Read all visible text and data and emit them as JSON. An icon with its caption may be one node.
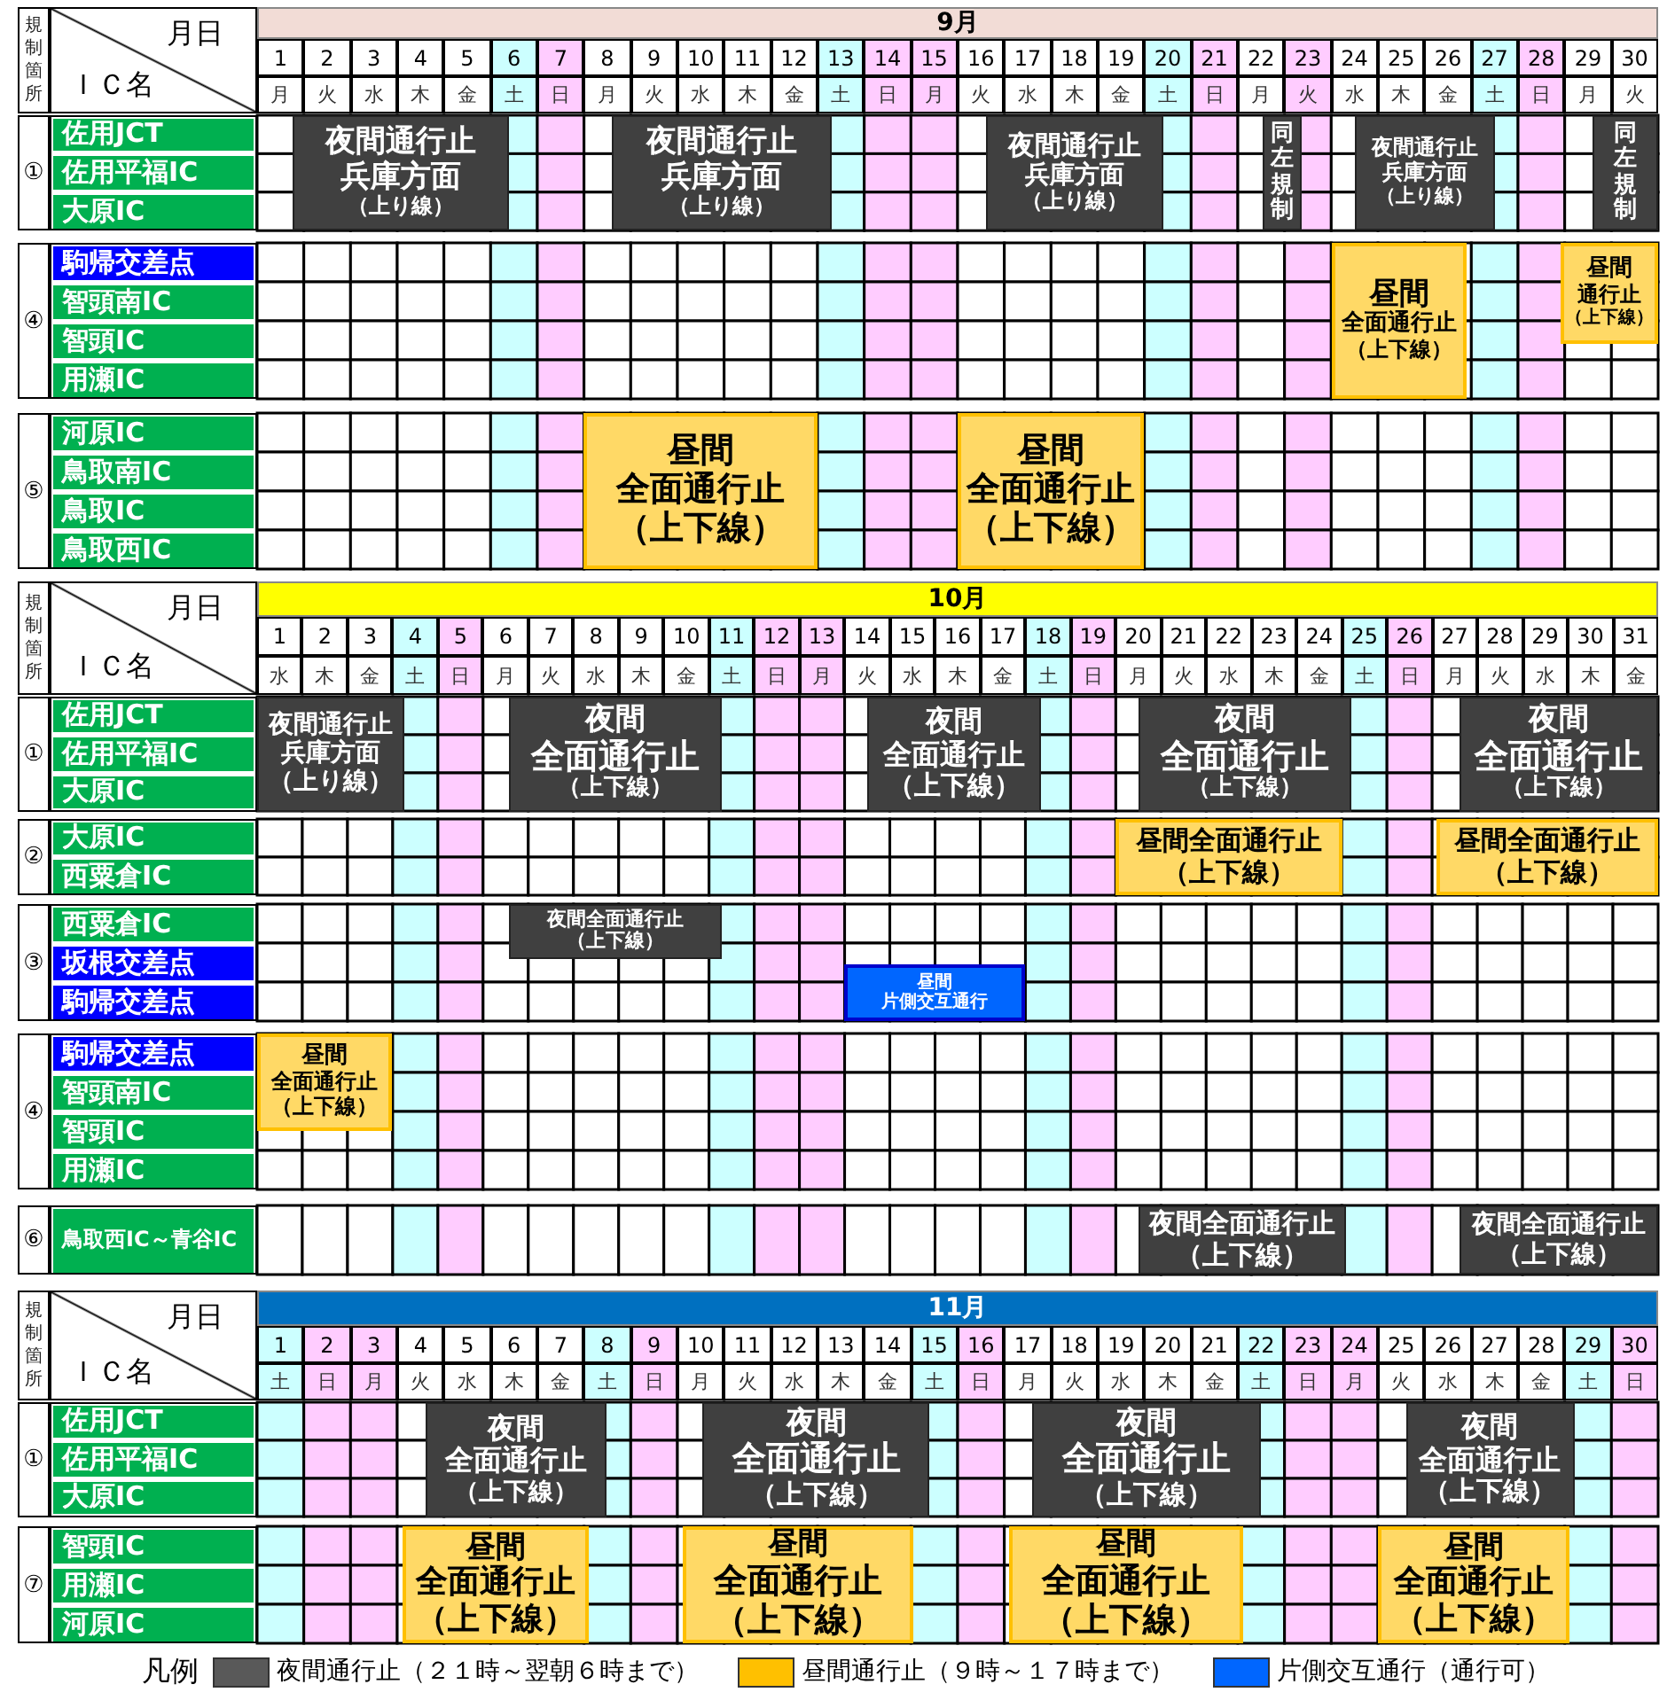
{
  "diagram": {
    "nodes": [
      {
        "text": [
          "9月"
        ]
      },
      {
        "text": [
          "佐用JCT"
        ]
      },
      {
        "text": [
          "佐用平福IC"
        ]
      },
      {
        "text": [
          "大原IC"
        ]
      },
      {
        "text": [
          "夜間通行止",
          "兵庫方面",
          "（上り線）"
        ]
      },
      {
        "text": [
          "夜間通行止",
          "兵庫方面",
          "（上り線）"
        ]
      },
      {
        "text": [
          "夜間通行止",
          "兵庫方面",
          "（上り線）"
        ]
      },
      {
        "text": [
          "同左規制"
        ]
      },
      {
        "text": [
          "夜間通行止",
          "兵庫方面",
          "（上り線）"
        ]
      },
      {
        "text": [
          "同左規制"
        ]
      },
      {
        "text": [
          "駒帰交差点"
        ]
      },
      {
        "text": [
          "智頭南IC"
        ]
      },
      {
        "text": [
          "智頭IC"
        ]
      },
      {
        "text": [
          "用瀬IC"
        ]
      },
      {
        "text": [
          "昼間",
          "全面通行止",
          "（上下線）"
        ]
      },
      {
        "text": [
          "昼間",
          "通行止",
          "（上下線）"
        ]
      },
      {
        "text": [
          "河原IC"
        ]
      },
      {
        "text": [
          "鳥取南IC"
        ]
      },
      {
        "text": [
          "鳥取IC"
        ]
      },
      {
        "text": [
          "鳥取西IC"
        ]
      },
      {
        "text": [
          "昼間",
          "全面通行止",
          "（上下線）"
        ]
      },
      {
        "text": [
          "昼間",
          "全面通行止",
          "（上下線）"
        ]
      },
      {
        "text": [
          "10月"
        ]
      },
      {
        "text": [
          "佐用JCT"
        ]
      },
      {
        "text": [
          "佐用平福IC"
        ]
      },
      {
        "text": [
          "大原IC"
        ]
      },
      {
        "text": [
          "夜間通行止",
          "兵庫方面",
          "（上り線）"
        ]
      },
      {
        "text": [
          "夜間",
          "全面通行止",
          "（上下線）"
        ]
      },
      {
        "text": [
          "夜間",
          "全面通行止",
          "（上下線）"
        ]
      },
      {
        "text": [
          "夜間",
          "全面通行止",
          "（上下線）"
        ]
      },
      {
        "text": [
          "夜間",
          "全面通行止",
          "（上下線）"
        ]
      },
      {
        "text": [
          "大原IC"
        ]
      },
      {
        "text": [
          "西粟倉IC"
        ]
      },
      {
        "text": [
          "昼間全面通行止",
          "（上下線）"
        ]
      },
      {
        "text": [
          "昼間全面通行止",
          "（上下線）"
        ]
      },
      {
        "text": [
          "西粟倉IC"
        ]
      },
      {
        "text": [
          "坂根交差点"
        ]
      },
      {
        "text": [
          "駒帰交差点"
        ]
      },
      {
        "text": [
          "夜間全面通行止",
          "（上下線）"
        ]
      },
      {
        "text": [
          "昼間",
          "片側交互通行"
        ]
      },
      {
        "text": [
          "駒帰交差点"
        ]
      },
      {
        "text": [
          "智頭南IC"
        ]
      },
      {
        "text": [
          "智頭IC"
        ]
      },
      {
        "text": [
          "用瀬IC"
        ]
      },
      {
        "text": [
          "昼間",
          "全面通行止",
          "（上下線）"
        ]
      },
      {
        "text": [
          "鳥取西IC～青谷IC"
        ]
      },
      {
        "text": [
          "夜間全面通行止",
          "（上下線）"
        ]
      },
      {
        "text": [
          "夜間全面通行止",
          "（上下線）"
        ]
      },
      {
        "text": [
          "11月"
        ]
      },
      {
        "text": [
          "佐用JCT"
        ]
      },
      {
        "text": [
          "佐用平福IC"
        ]
      },
      {
        "text": [
          "大原IC"
        ]
      },
      {
        "text": [
          "夜間",
          "全面通行止",
          "（上下線）"
        ]
      },
      {
        "text": [
          "夜間",
          "全面通行止",
          "（上下線）"
        ]
      },
      {
        "text": [
          "夜間",
          "全面通行止",
          "（上下線）"
        ]
      },
      {
        "text": [
          "夜間",
          "全面通行止",
          "（上下線）"
        ]
      },
      {
        "text": [
          "智頭IC"
        ]
      },
      {
        "text": [
          "用瀬IC"
        ]
      },
      {
        "text": [
          "河原IC"
        ]
      },
      {
        "text": [
          "昼間",
          "全面通行止",
          "（上下線）"
        ]
      },
      {
        "text": [
          "昼間",
          "全面通行止",
          "（上下線）"
        ]
      },
      {
        "text": [
          "昼間",
          "全面通行止",
          "（上下線）"
        ]
      },
      {
        "text": [
          "昼間",
          "全面通行止",
          "（上下線）"
        ]
      }
    ],
    "labels": [
      "規制箇所",
      "月日",
      "ＩＣ名",
      "1",
      "2",
      "3",
      "4",
      "5",
      "6",
      "7",
      "8",
      "9",
      "10",
      "11",
      "12",
      "13",
      "14",
      "15",
      "16",
      "17",
      "18",
      "19",
      "20",
      "21",
      "22",
      "23",
      "24",
      "25",
      "26",
      "27",
      "28",
      "29",
      "30",
      "月",
      "火",
      "水",
      "木",
      "金",
      "土",
      "日",
      "月",
      "火",
      "水",
      "木",
      "金",
      "土",
      "日",
      "月",
      "火",
      "水",
      "木",
      "金",
      "土",
      "日",
      "月",
      "火",
      "水",
      "木",
      "金",
      "土",
      "日",
      "月",
      "火",
      "①",
      "④",
      "⑤",
      "規制箇所",
      "月日",
      "ＩＣ名",
      "1",
      "2",
      "3",
      "4",
      "5",
      "6",
      "7",
      "8",
      "9",
      "10",
      "11",
      "12",
      "13",
      "14",
      "15",
      "16",
      "17",
      "18",
      "19",
      "20",
      "21",
      "22",
      "23",
      "24",
      "25",
      "26",
      "27",
      "28",
      "29",
      "30",
      "31",
      "水",
      "木",
      "金",
      "土",
      "日",
      "月",
      "火",
      "水",
      "木",
      "金",
      "土",
      "日",
      "月",
      "火",
      "水",
      "木",
      "金",
      "土",
      "日",
      "月",
      "火",
      "水",
      "木",
      "金",
      "土",
      "日",
      "月",
      "火",
      "水",
      "木",
      "金",
      "①",
      "②",
      "③",
      "④",
      "⑥",
      "規制箇所",
      "月日",
      "ＩＣ名",
      "1",
      "2",
      "3",
      "4",
      "5",
      "6",
      "7",
      "8",
      "9",
      "10",
      "11",
      "12",
      "13",
      "14",
      "15",
      "16",
      "17",
      "18",
      "19",
      "20",
      "21",
      "22",
      "23",
      "24",
      "25",
      "26",
      "27",
      "28",
      "29",
      "30",
      "土",
      "日",
      "月",
      "火",
      "水",
      "木",
      "金",
      "土",
      "日",
      "月",
      "火",
      "水",
      "木",
      "金",
      "土",
      "日",
      "月",
      "火",
      "水",
      "木",
      "金",
      "土",
      "日",
      "月",
      "火",
      "水",
      "木",
      "金",
      "土",
      "日",
      "①",
      "⑦",
      "凡例"
    ],
    "legend": [
      {
        "text": "夜間通行止（２１時～翌朝６時まで）",
        "color": "#595959"
      },
      {
        "text": "昼間通行止（９時～１７時まで）",
        "color": "#ffc000"
      },
      {
        "text": "片側交互通行（通行可）",
        "color": "#0066ff"
      }
    ]
  }
}
